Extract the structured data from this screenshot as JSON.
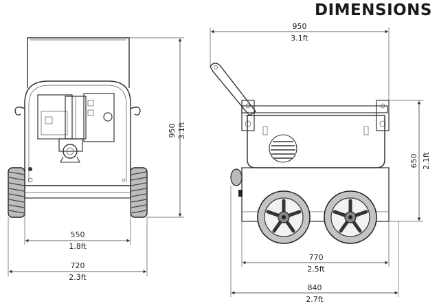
{
  "title": "DIMENSIONS",
  "front_view": {
    "height": {
      "mm": "950",
      "ft": "3.1ft"
    },
    "inner_width": {
      "mm": "550",
      "ft": "1.8ft"
    },
    "outer_width": {
      "mm": "720",
      "ft": "2.3ft"
    }
  },
  "side_view": {
    "overall_length": {
      "mm": "950",
      "ft": "3.1ft"
    },
    "body_height": {
      "mm": "650",
      "ft": "2.1ft"
    },
    "wheelbase": {
      "mm": "770",
      "ft": "2.5ft"
    },
    "overall_width": {
      "mm": "840",
      "ft": "2.7ft"
    }
  }
}
